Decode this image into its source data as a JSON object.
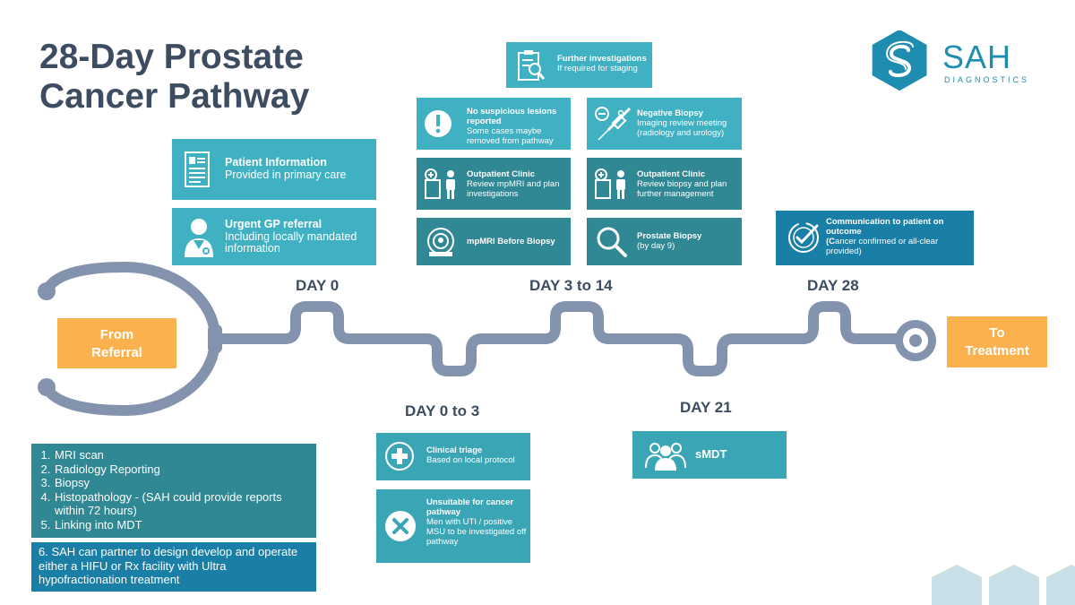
{
  "title": [
    "28-Day Prostate",
    "Cancer Pathway"
  ],
  "logo": {
    "name": "SAH",
    "sub": "DIAGNOSTICS"
  },
  "days": {
    "d0": "DAY 0",
    "d0_3": "DAY 0 to 3",
    "d3_14": "DAY 3 to 14",
    "d21": "DAY 21",
    "d28": "DAY 28"
  },
  "from_referral": [
    "From",
    "Referral"
  ],
  "to_treatment": [
    "To",
    "Treatment"
  ],
  "boxes": {
    "patient_info": {
      "title": "Patient Information",
      "body": "Provided in primary care",
      "icon": "document-icon"
    },
    "gp_referral": {
      "title": "Urgent GP referral",
      "body": "Including locally mandated information",
      "icon": "doctor-icon"
    },
    "no_lesions": {
      "title": "No suspicious lesions reported",
      "body": "Some cases maybe removed from pathway",
      "icon": "exclamation-icon"
    },
    "outpatient_1": {
      "title": "Outpatient Clinic",
      "body": "Review mpMRI and plan investigations",
      "icon": "clinic-icon"
    },
    "mpmri": {
      "title": "mpMRI Before Biopsy",
      "body": "",
      "icon": "mri-scanner-icon"
    },
    "further_inv": {
      "title": "Further investigations",
      "body": "If required for staging",
      "icon": "clipboard-search-icon"
    },
    "neg_biopsy": {
      "title": "Negative Biopsy",
      "body": "Imaging review meeting (radiology and urology)",
      "icon": "biopsy-needle-icon"
    },
    "outpatient_2": {
      "title": "Outpatient Clinic",
      "body": "Review biopsy and plan further management",
      "icon": "clinic-icon"
    },
    "prostate_biopsy": {
      "title": "Prostate Biopsy",
      "body": "(by day 9)",
      "icon": "magnifier-icon"
    },
    "communication": {
      "title": "Communication to patient on outcome",
      "body_bold": "(C",
      "body": "ancer confirmed or all-clear provided)",
      "icon": "check-badge-icon"
    },
    "clinical_triage": {
      "title": "Clinical triage",
      "body": "Based on local protocol",
      "icon": "plus-circle-icon"
    },
    "unsuitable": {
      "title": "Unsuitable for cancer pathway",
      "body": "Men with UTI / positive MSU to be investigated off pathway",
      "icon": "x-circle-icon"
    },
    "smdt": {
      "title": "sMDT",
      "icon": "team-icon"
    }
  },
  "services_list": [
    "MRI scan",
    " Radiology Reporting",
    "Biopsy",
    "Histopathology - (SAH could provide reports within 72 hours)",
    "Linking into MDT"
  ],
  "partner_note": "6. SAH can partner to design develop and operate either a HIFU or Rx facility with Ultra hypofractionation treatment",
  "colors": {
    "title": "#3d4c60",
    "teal": "#3fb1c2",
    "dark_teal": "#2f8893",
    "blue": "#1a7fa6",
    "orange": "#fbb14e",
    "timeline": "#8393ad"
  }
}
